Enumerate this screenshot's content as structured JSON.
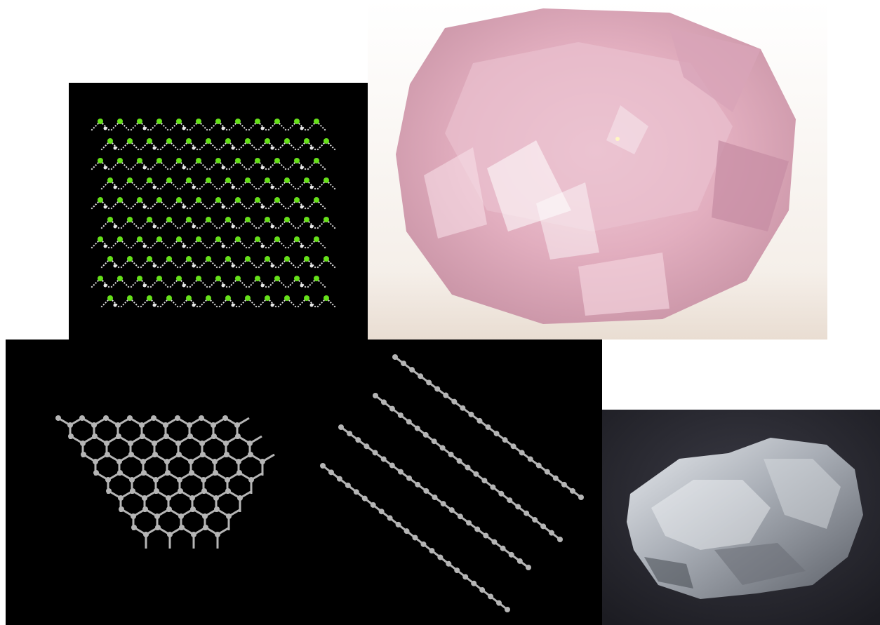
{
  "panels": [
    {
      "id": "diamond-lattice",
      "description_icon": "diamond-crystal-lattice-model"
    },
    {
      "id": "pink-diamond",
      "description_icon": "pink-diamond-gemstone-photo"
    },
    {
      "id": "graphite-lattice",
      "description_icon": "graphite-layered-lattice-model"
    },
    {
      "id": "graphite-rock",
      "description_icon": "graphite-mineral-photo"
    }
  ],
  "colors": {
    "lattice_atom_green": "#66e01a",
    "lattice_bond_white": "#e8e8e8",
    "graphite_atom_gray": "#b5b5b5",
    "diamond_pink": "#e7b8c6",
    "rock_silver": "#c9cdd3",
    "panel_black": "#000000"
  }
}
